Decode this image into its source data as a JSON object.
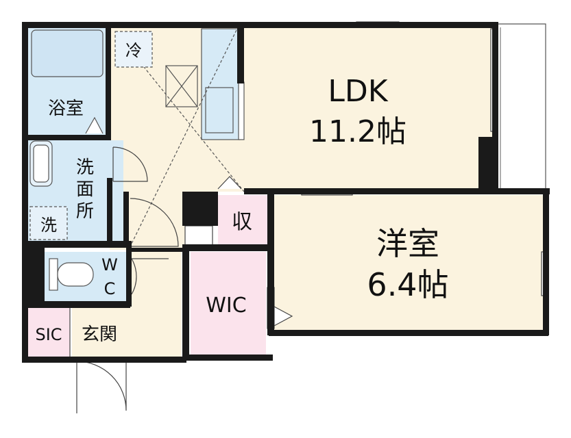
{
  "rooms": {
    "ldk": {
      "name": "LDK",
      "size": "11.2帖"
    },
    "western": {
      "name": "洋室",
      "size": "6.4帖"
    },
    "bath": {
      "name": "浴室"
    },
    "washroom": {
      "name": [
        "洗",
        "面",
        "所"
      ]
    },
    "washer": {
      "name": "洗"
    },
    "fridge": {
      "name": "冷"
    },
    "storage": {
      "name": "収"
    },
    "wc": {
      "name": [
        "W",
        "C"
      ]
    },
    "wic": {
      "name": "WIC"
    },
    "sic": {
      "name": "SIC"
    },
    "entrance": {
      "name": "玄関"
    }
  },
  "colors": {
    "wall": "#1a1a1a",
    "floor_wood": "#fbf3df",
    "wet_area": "#d6eaf6",
    "storage": "#fbe3ec",
    "line": "#333333"
  }
}
